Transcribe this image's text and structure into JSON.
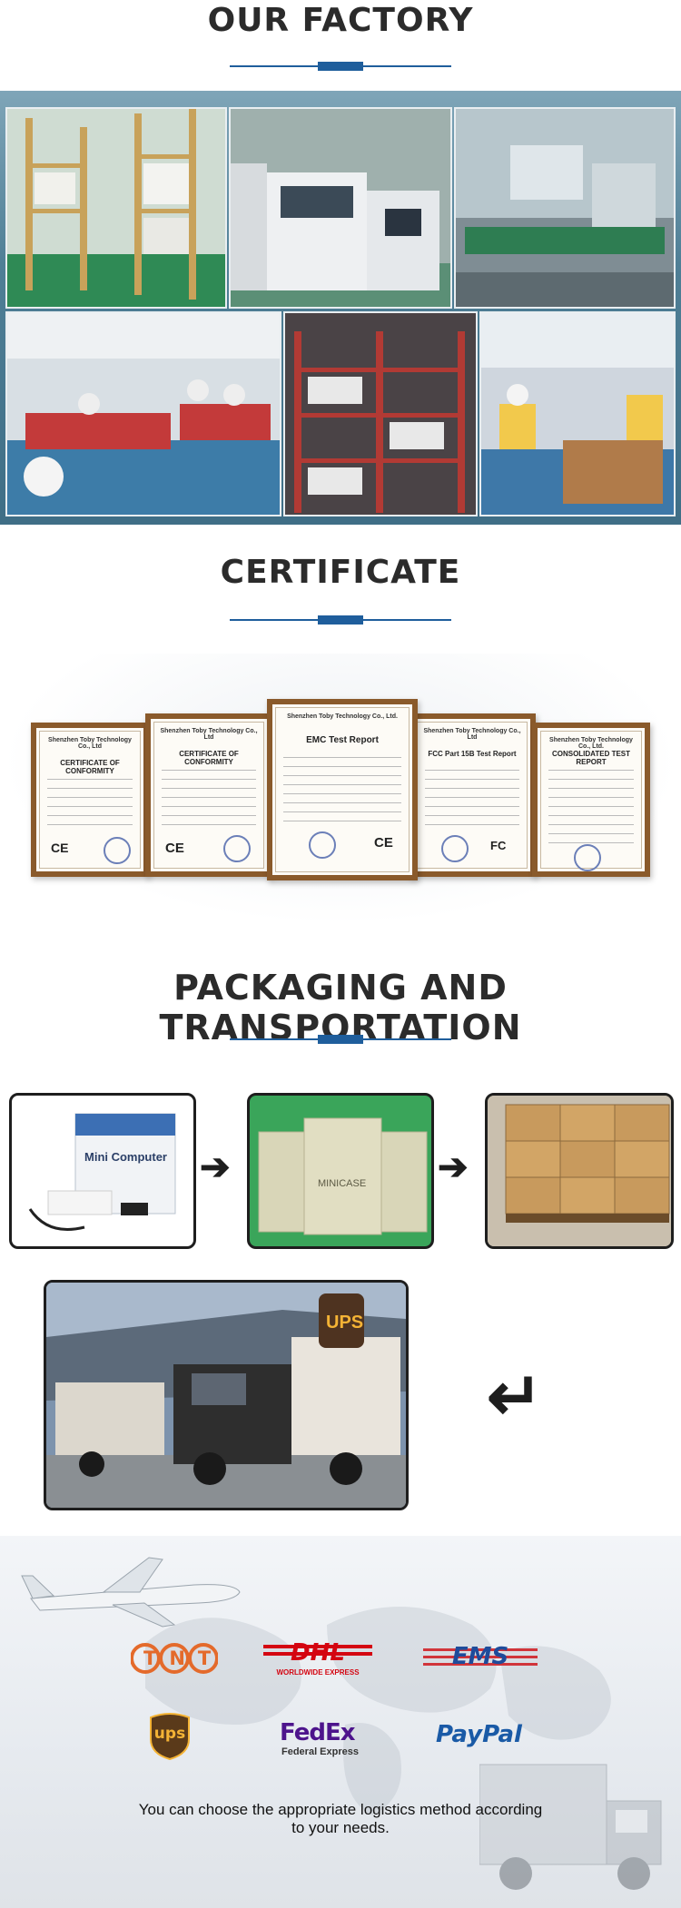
{
  "factory": {
    "title": "OUR FACTORY"
  },
  "certificate": {
    "title": "CERTIFICATE",
    "documents": [
      {
        "company": "Shenzhen Toby Technology Co., Ltd",
        "title": "CERTIFICATE OF CONFORMITY",
        "mark": "CE"
      },
      {
        "company": "Shenzhen Toby Technology Co., Ltd",
        "title": "CERTIFICATE OF CONFORMITY",
        "mark": "CE"
      },
      {
        "company": "Shenzhen Toby Technology Co., Ltd.",
        "title": "EMC Test Report",
        "mark": "CE"
      },
      {
        "company": "Shenzhen Toby Technology Co., Ltd",
        "title": "FCC Part 15B Test Report",
        "mark": "FC"
      },
      {
        "company": "Shenzhen Toby Technology Co., Ltd.",
        "title": "CONSOLIDATED TEST REPORT",
        "mark": ""
      }
    ]
  },
  "packaging": {
    "title": "PACKAGING AND TRANSPORTATION",
    "box_label": "Mini Computer",
    "case_label": "MINICASE",
    "truck_logo": "UPS"
  },
  "logistics": {
    "carriers": [
      {
        "name": "TNT",
        "color": "#e46a2b"
      },
      {
        "name": "DHL",
        "sub": "WORLDWIDE EXPRESS",
        "color": "#d40511"
      },
      {
        "name": "EMS",
        "color": "#1e4b9b"
      },
      {
        "name": "ups",
        "color": "#5a3a1a"
      },
      {
        "name": "FedEx",
        "sub": "Federal Express",
        "color": "#4d148c"
      },
      {
        "name": "PayPal",
        "color": "#1a5aa6"
      }
    ],
    "note": "You can choose the appropriate logistics method according to your needs."
  }
}
